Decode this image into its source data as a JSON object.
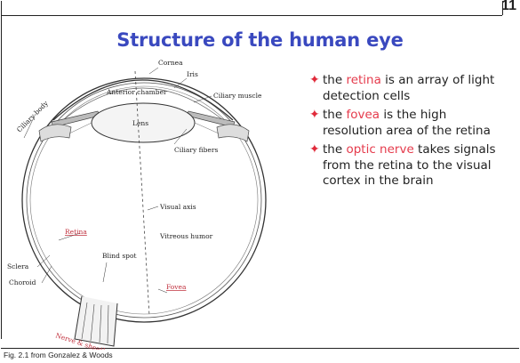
{
  "slide": {
    "page_number": "11",
    "title": "Structure of the human eye",
    "caption": "Fig. 2.1 from Gonzalez & Woods",
    "bullets": [
      {
        "pre": "the ",
        "term": "retina",
        "post": " is an array of light detection cells"
      },
      {
        "pre": "the ",
        "term": "fovea",
        "post": " is the high resolution area of the retina"
      },
      {
        "pre": "the ",
        "term": "optic nerve",
        "post": " takes signals from the retina to the visual cortex in the brain"
      }
    ],
    "highlight_color": "#e53b4c",
    "title_color": "#3a49bf"
  },
  "diagram": {
    "labels": {
      "cornea": "Cornea",
      "iris": "Iris",
      "ciliary_body": "Ciliary body",
      "anterior_chamber": "Anterior chamber",
      "ciliary_muscle": "Ciliary muscle",
      "lens": "Lens",
      "ciliary_fibers": "Ciliary fibers",
      "visual_axis": "Visual axis",
      "vitreous_humor": "Vitreous humor",
      "retina": "Retina",
      "blind_spot": "Blind spot",
      "fovea": "Fovea",
      "sclera": "Sclera",
      "choroid": "Choroid",
      "nerve_sheath": "Nerve & sheath"
    }
  }
}
